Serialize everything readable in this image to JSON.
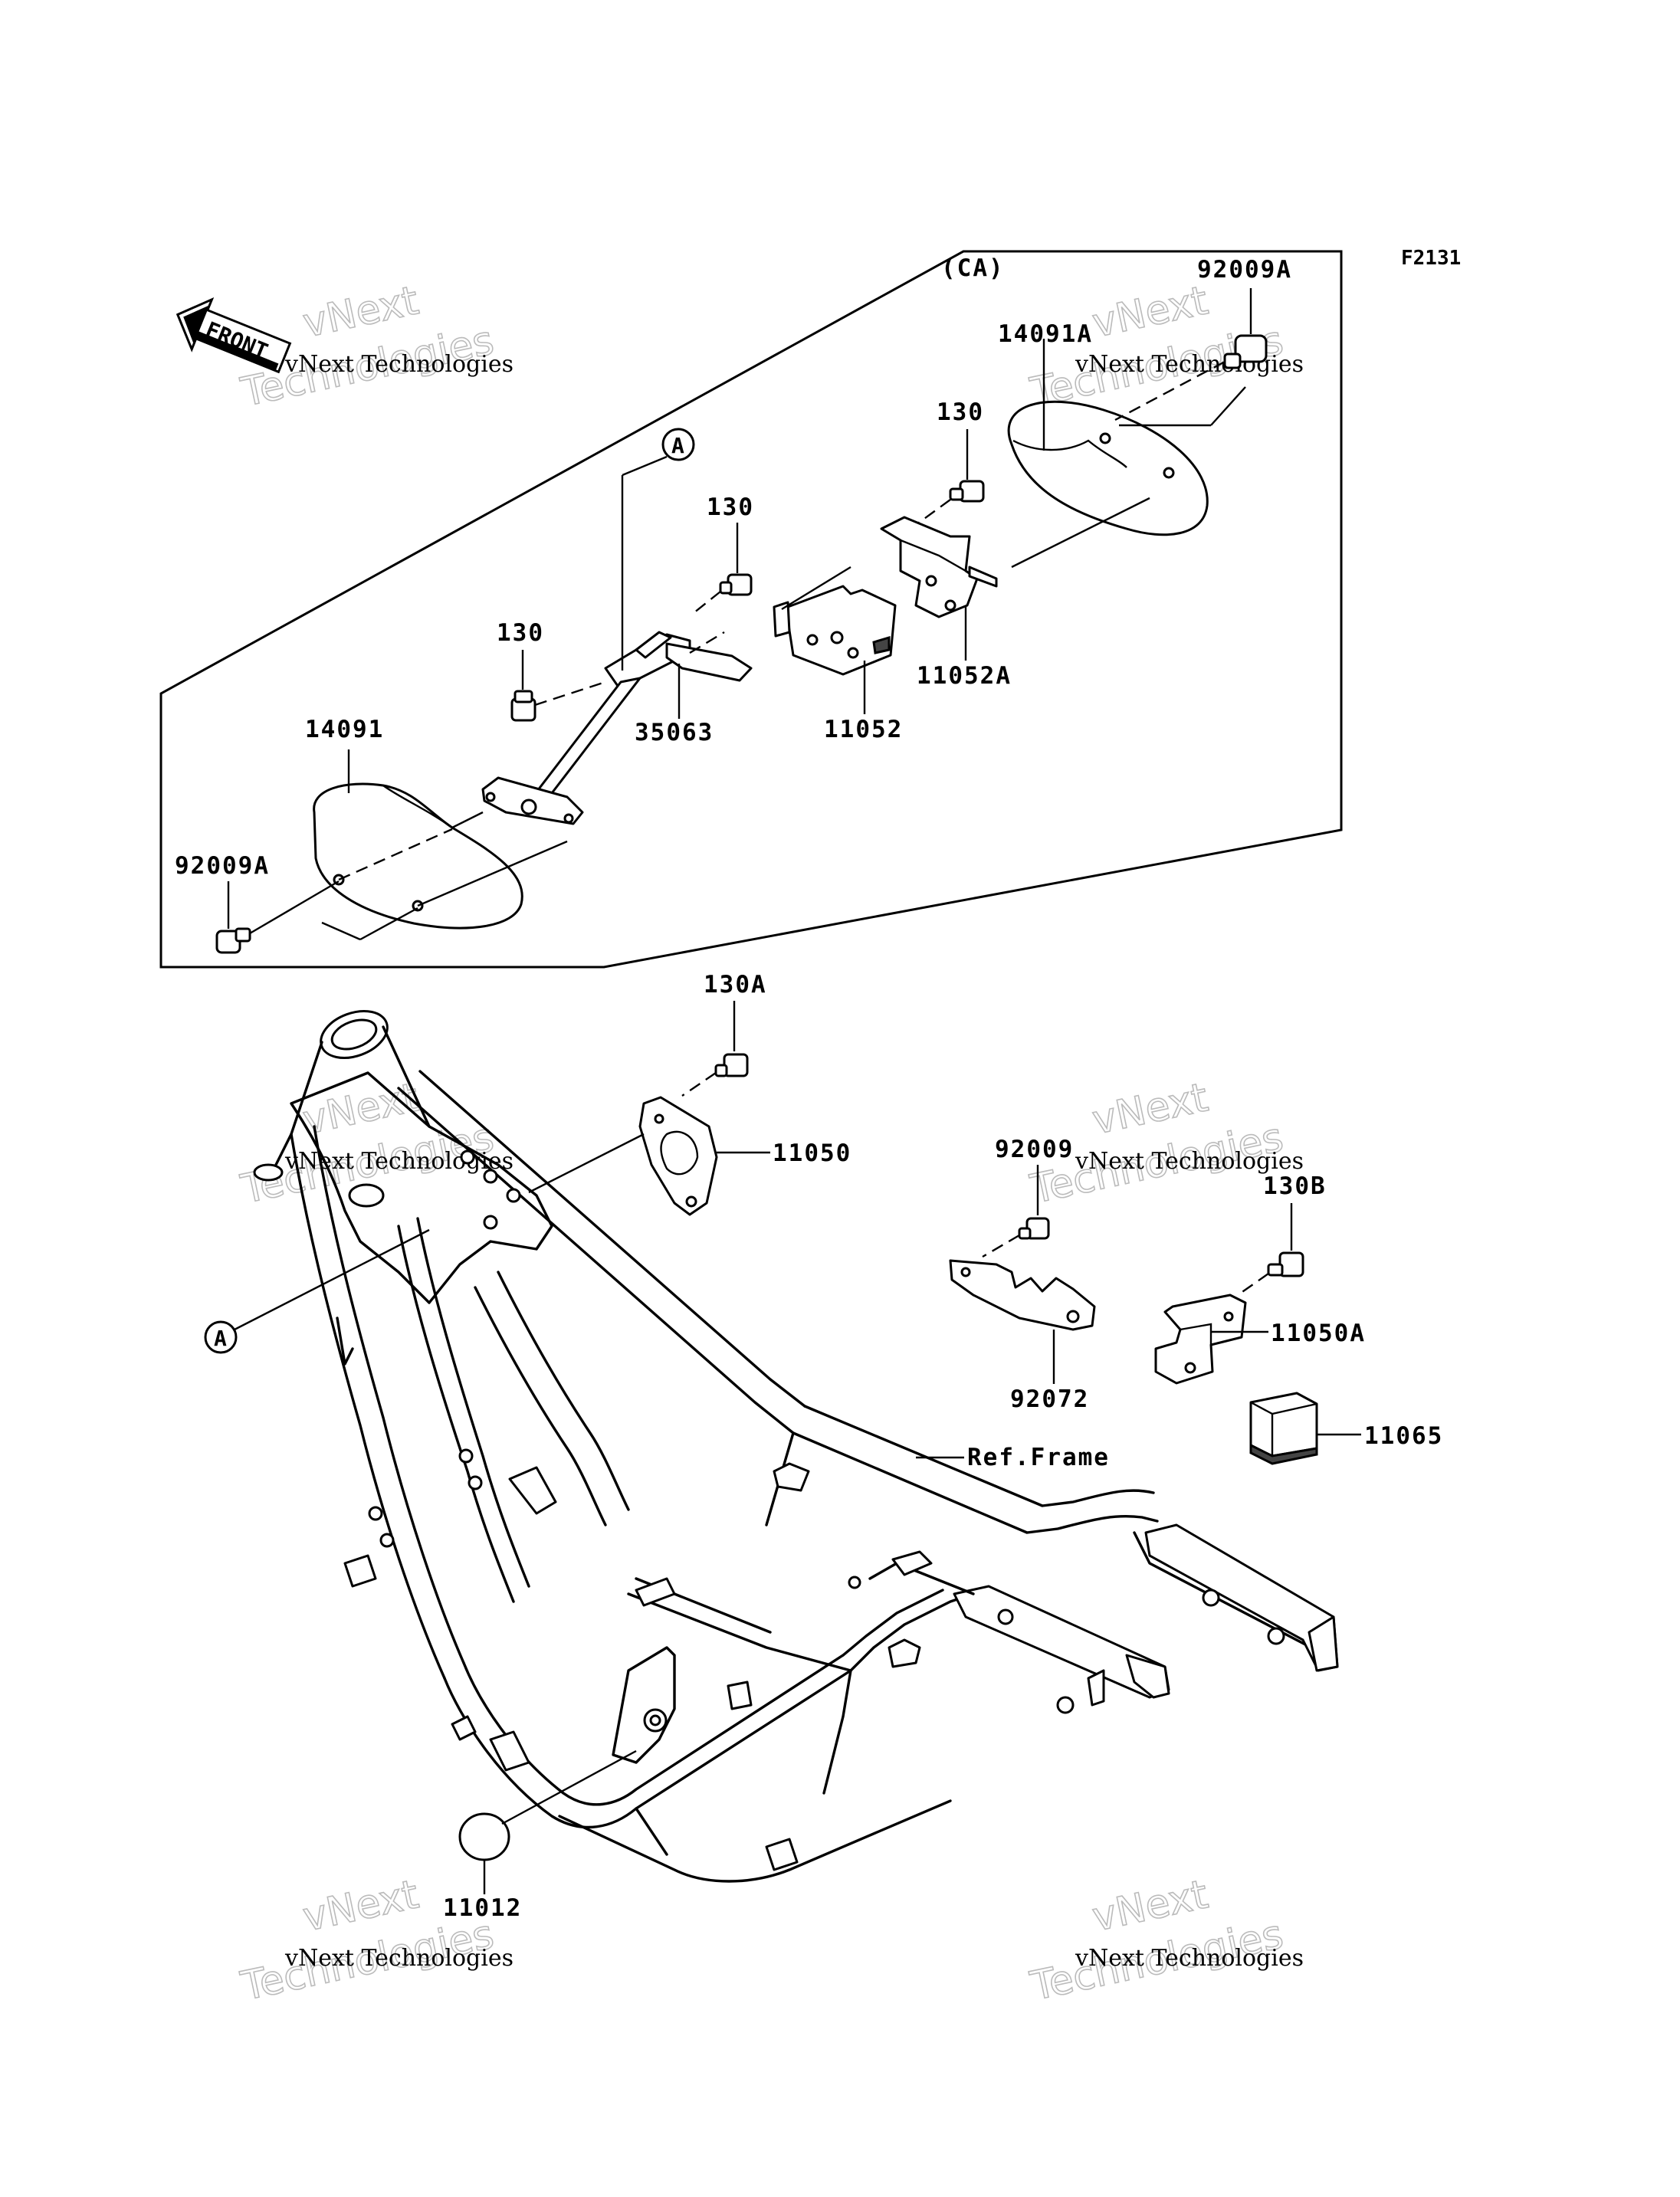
{
  "diagram_code": "F2131",
  "ca_label": "(CA)",
  "front_label": "FRONT",
  "parts": {
    "p92009A_top": "92009A",
    "p14091A": "14091A",
    "p130_a": "130",
    "p130_b": "130",
    "p130_c": "130",
    "p11052A": "11052A",
    "p11052": "11052",
    "p35063": "35063",
    "p14091": "14091",
    "p92009A_bottom": "92009A",
    "p130A": "130A",
    "p11050": "11050",
    "p92009": "92009",
    "p130B": "130B",
    "p92072": "92072",
    "p11050A": "11050A",
    "p11065": "11065",
    "ref_frame": "Ref.Frame",
    "p11012": "11012"
  },
  "callouts": {
    "a_top": "A",
    "a_bottom": "A"
  },
  "watermark": {
    "line1": "vNext Technologies",
    "line2": "vNext",
    "line3": "Technologies"
  }
}
